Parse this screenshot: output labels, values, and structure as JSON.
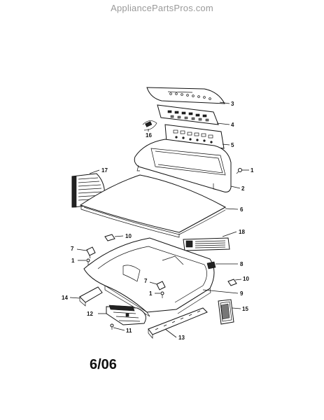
{
  "watermark": "AppliancePartsPros.com",
  "date_code": "6/06",
  "callouts": [
    "1",
    "2",
    "3",
    "4",
    "5",
    "6",
    "7",
    "8",
    "9",
    "10",
    "11",
    "12",
    "13",
    "14",
    "15",
    "16",
    "17",
    "18"
  ]
}
